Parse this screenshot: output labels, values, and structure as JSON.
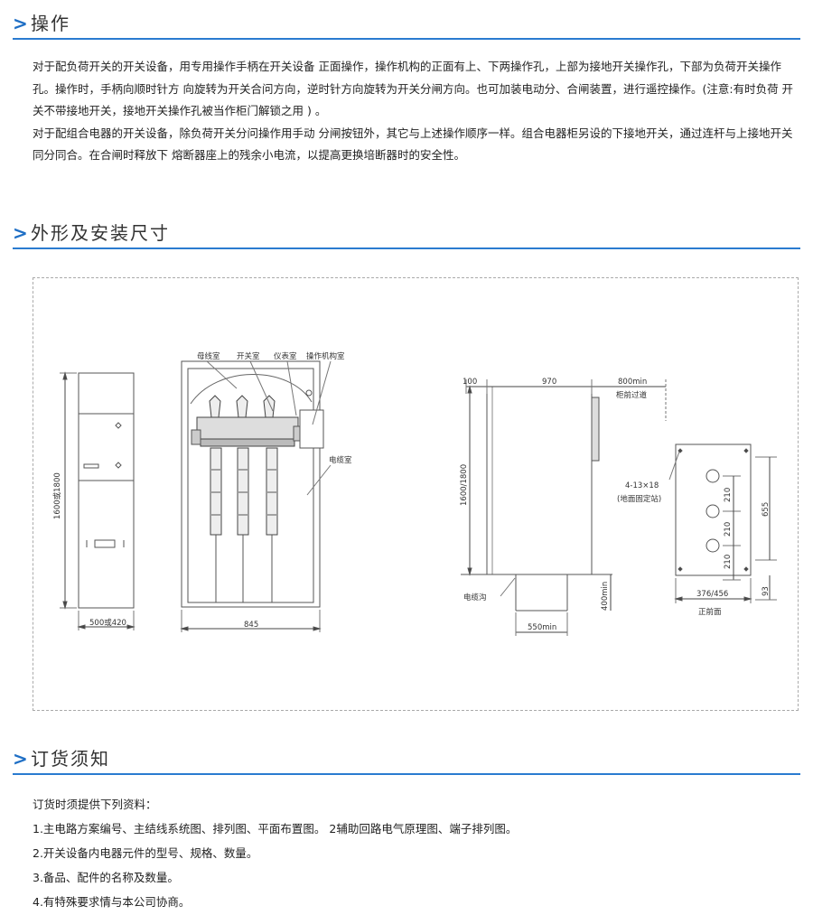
{
  "sections": {
    "operation": {
      "chev": ">",
      "title": "操作",
      "paragraphs": [
        "对于配负荷开关的开关设备，用专用操作手柄在开关设备 正面操作，操作机构的正面有上、下两操作孔，上部为接地开关操作孔，下部为负荷开关操作孔。操作时，手柄向顺时针方 向旋转为开关合问方向，逆时针方向旋转为开关分闸方向。也可加装电动分、合闸装置，进行遥控操作。(注意:有时负荷 开关不带接地开关，接地开关操作孔被当作柜门解锁之用 ) 。",
        "对于配组合电器的开关设备，除负荷开关分问操作用手动 分闸按钮外，其它与上述操作顺序一样。组合电器柜另设的下接地开关，通过连杆与上接地开关同分同合。在合闸时释放下 熔断器座上的残余小电流，以提高更换培断器时的安全性。"
      ]
    },
    "dimensions": {
      "chev": ">",
      "title": "外形及安装尺寸"
    },
    "ordering": {
      "chev": ">",
      "title": "订货须知",
      "intro": "订货时须提供下列资料：",
      "items": [
        "1.主电路方案编号、主结线系统图、排列图、平面布置图。 2辅助回路电气原理图、端子排列图。",
        "2.开关设备内电器元件的型号、规格、数量。",
        "3.备品、配件的名称及数量。",
        "4.有特殊要求情与本公司协商。"
      ]
    }
  },
  "drawing": {
    "front_view": {
      "height_label": "1600或1800",
      "width_label": "500或420"
    },
    "side_view": {
      "labels": [
        "母线室",
        "开关室",
        "仪表室",
        "操作机构室",
        "电缆室"
      ],
      "width_label": "845"
    },
    "side_install": {
      "top_left": "100",
      "top_mid": "970",
      "top_right": "800min",
      "corridor": "柜前过道",
      "height_label": "1600/1800",
      "trench": "电缆沟",
      "trench_depth": "400min",
      "trench_width": "550min"
    },
    "plan_view": {
      "holes": "4-13×18",
      "holes_note": "(地面固定站)",
      "spacing": [
        "210",
        "210",
        "210"
      ],
      "height": "655",
      "width": "376/456",
      "offset": "93",
      "caption": "正前面"
    }
  }
}
